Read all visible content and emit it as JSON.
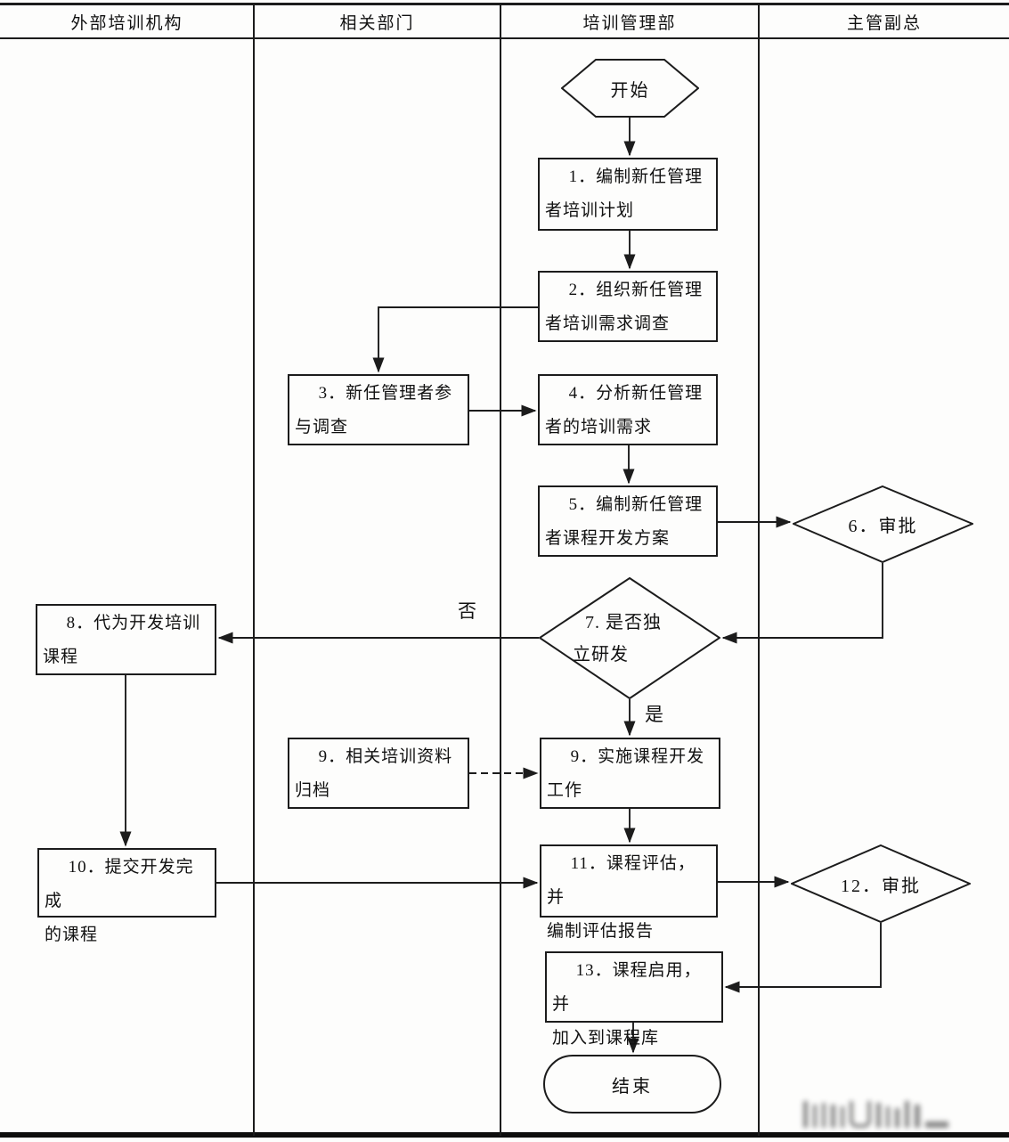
{
  "lanes": [
    {
      "label": "外部培训机构"
    },
    {
      "label": "相关部门"
    },
    {
      "label": "培训管理部"
    },
    {
      "label": "主管副总"
    }
  ],
  "nodes": {
    "start": {
      "type": "terminator",
      "label": "开始"
    },
    "step1": {
      "type": "process",
      "label": "1．编制新任管理\n者培训计划"
    },
    "step2": {
      "type": "process",
      "label": "2．组织新任管理\n者培训需求调查"
    },
    "step3": {
      "type": "process",
      "label": "3．新任管理者参\n与调查"
    },
    "step4": {
      "type": "process",
      "label": "4．分析新任管理\n者的培训需求"
    },
    "step5": {
      "type": "process",
      "label": "5．编制新任管理\n者课程开发方案"
    },
    "step6": {
      "type": "decision",
      "label": "6．审批"
    },
    "step7": {
      "type": "decision",
      "label": "7. 是否独\n立研发"
    },
    "step8": {
      "type": "process",
      "label": "8．代为开发培训\n课程"
    },
    "step9_archive": {
      "type": "process",
      "label": "9．相关培训资料\n归档"
    },
    "step9_implement": {
      "type": "process",
      "label": "9．实施课程开发\n工作"
    },
    "step10": {
      "type": "process",
      "label": "10．提交开发完成\n的课程"
    },
    "step11": {
      "type": "process",
      "label": "11．课程评估，并\n编制评估报告"
    },
    "step12": {
      "type": "decision",
      "label": "12．审批"
    },
    "step13": {
      "type": "process",
      "label": "13．课程启用，并\n加入到课程库"
    },
    "end": {
      "type": "terminator",
      "label": "结束"
    }
  },
  "edge_labels": {
    "no": "否",
    "yes": "是"
  },
  "colors": {
    "line": "#1c1c1c",
    "background": "#fdfdfc",
    "node_fill": "#fdfdfc"
  }
}
